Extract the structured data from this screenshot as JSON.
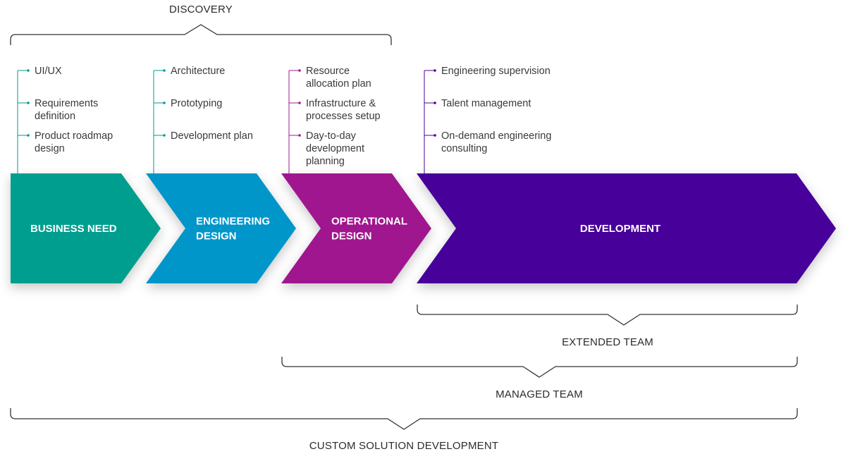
{
  "top_brace": {
    "label": "DISCOVERY"
  },
  "bottom_braces": [
    {
      "label": "EXTENDED TEAM"
    },
    {
      "label": "MANAGED TEAM"
    },
    {
      "label": "CUSTOM SOLUTION DEVELOPMENT"
    }
  ],
  "stages": [
    {
      "title_lines": [
        "BUSINESS NEED"
      ],
      "color": "#009e8e",
      "connector_color": "#009e8e",
      "items": [
        {
          "lines": [
            "UI/UX"
          ]
        },
        {
          "lines": [
            "Requirements",
            "definition"
          ]
        },
        {
          "lines": [
            "Product roadmap",
            "design"
          ]
        }
      ]
    },
    {
      "title_lines": [
        "ENGINEERING",
        "DESIGN"
      ],
      "color": "#0596c9",
      "connector_color": "#009e8e",
      "items": [
        {
          "lines": [
            "Architecture"
          ]
        },
        {
          "lines": [
            "Prototyping"
          ]
        },
        {
          "lines": [
            "Development plan"
          ]
        }
      ]
    },
    {
      "title_lines": [
        "OPERATIONAL",
        "DESIGN"
      ],
      "color": "#a0198f",
      "connector_color": "#a0198f",
      "items": [
        {
          "lines": [
            "Resource",
            "allocation plan"
          ]
        },
        {
          "lines": [
            "Infrastructure &",
            "processes setup"
          ]
        },
        {
          "lines": [
            "Day-to-day",
            "development",
            "planning"
          ]
        }
      ]
    },
    {
      "title_lines": [
        "DEVELOPMENT"
      ],
      "color": "#47029a",
      "connector_color": "#47029a",
      "items": [
        {
          "lines": [
            "Engineering supervision"
          ]
        },
        {
          "lines": [
            "Talent management"
          ]
        },
        {
          "lines": [
            "On-demand engineering",
            "consulting"
          ]
        }
      ]
    }
  ],
  "colors": {
    "brace": "#333333",
    "item_text": "#3a3a3a"
  }
}
